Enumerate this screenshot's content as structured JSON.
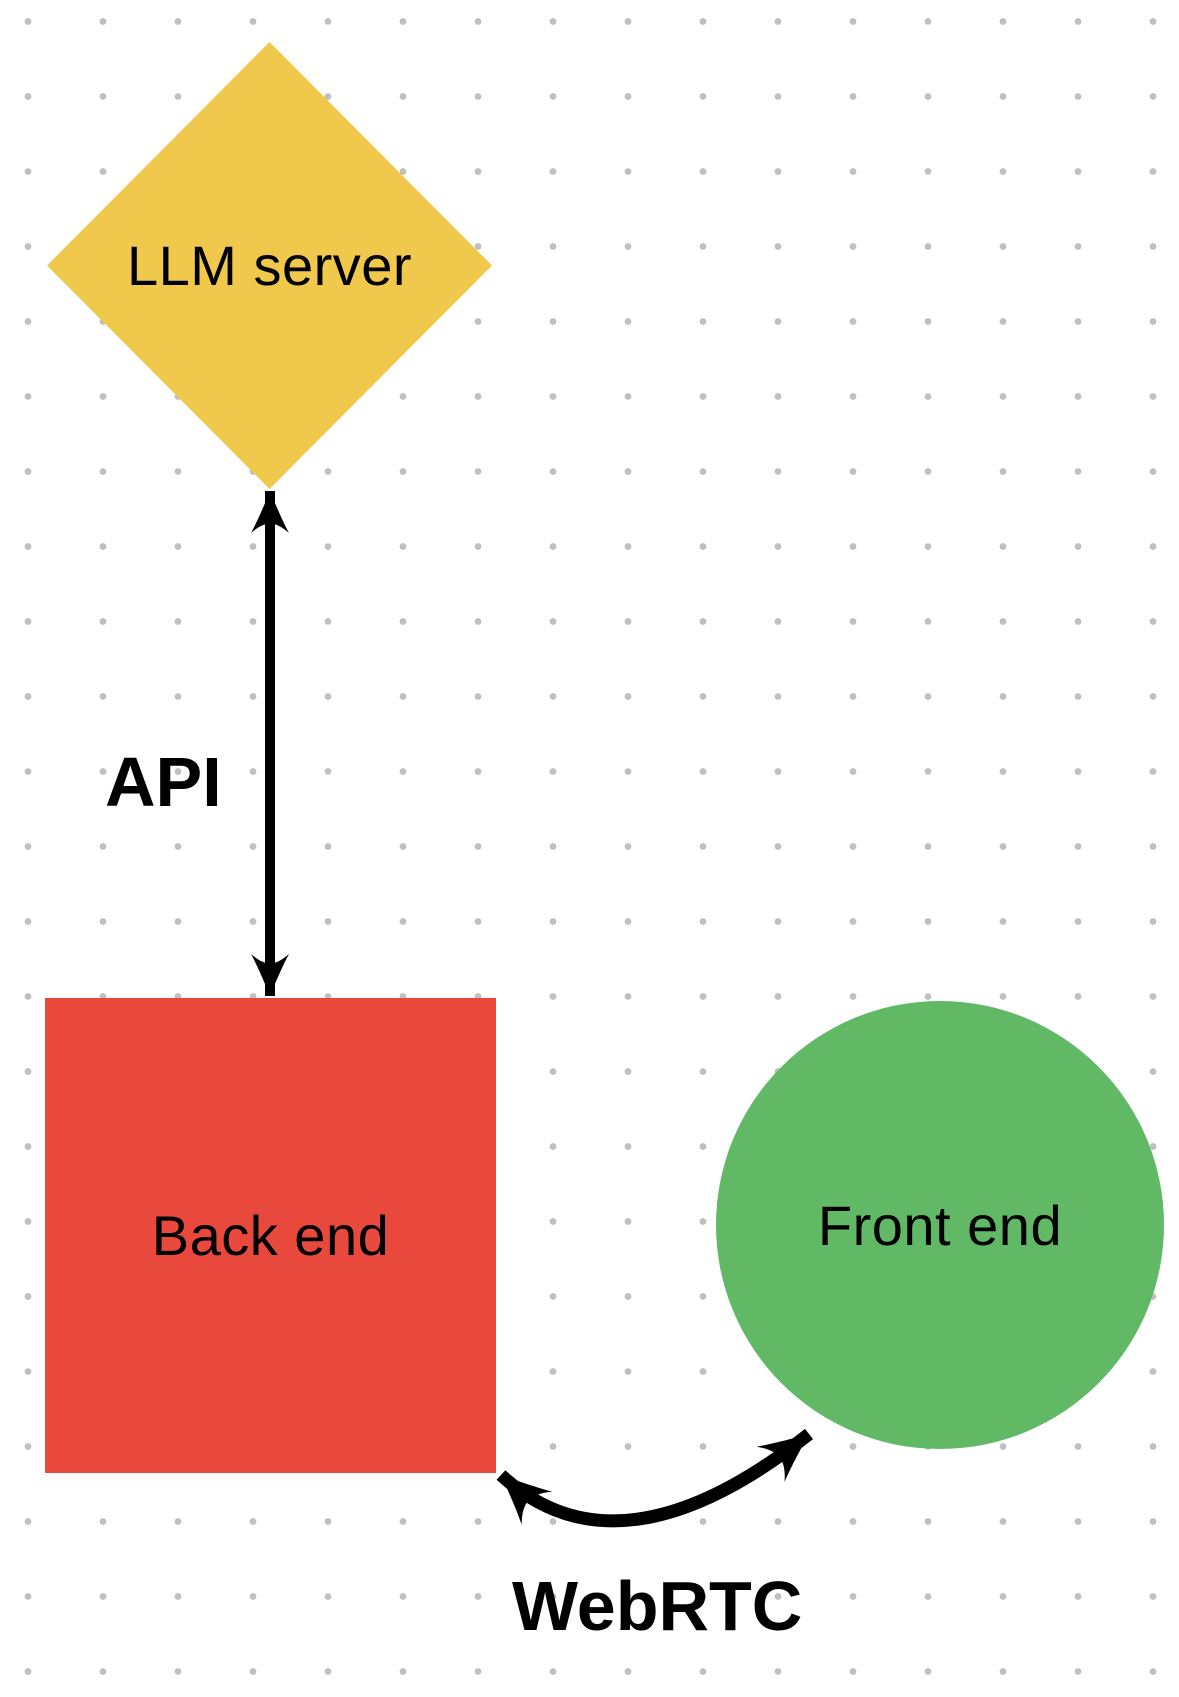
{
  "diagram": {
    "background_color": "#ffffff",
    "grid_dot_color": "#c0c0c0",
    "arrow_color": "#000000",
    "label_color": "#000000",
    "nodes": [
      {
        "id": "llm-server",
        "shape": "diamond",
        "label": "LLM server",
        "fill": "#f0c94c"
      },
      {
        "id": "back-end",
        "shape": "square",
        "label": "Back end",
        "fill": "#e8493c"
      },
      {
        "id": "front-end",
        "shape": "circle",
        "label": "Front end",
        "fill": "#61b966"
      }
    ],
    "edges": [
      {
        "id": "api",
        "label": "API",
        "style": "straight-double-arrow",
        "from": "llm-server",
        "to": "back-end"
      },
      {
        "id": "webrtc",
        "label": "WebRTC",
        "style": "curved-double-arrow",
        "from": "back-end",
        "to": "front-end"
      }
    ]
  }
}
